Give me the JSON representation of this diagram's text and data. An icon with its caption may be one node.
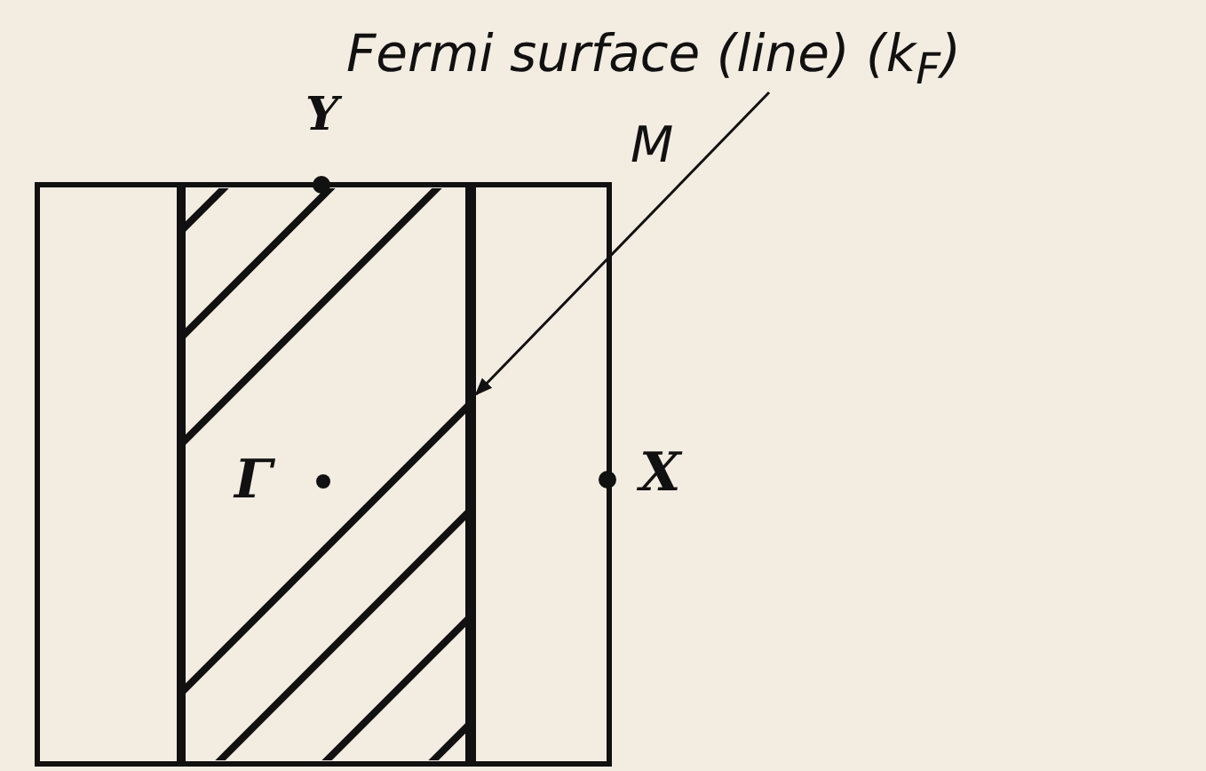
{
  "diagram": {
    "nodes": [
      {
        "text": [
          "Fermi surface (line) (*k*$_{F}$)"
        ]
      },
      {
        "text": [],
        "shape": "bar"
      }
    ],
    "edges": [
      {
        "from": 0,
        "to": 1,
        "arrow": "to"
      }
    ],
    "labels": [
      "Y",
      "M",
      "Γ",
      "X"
    ]
  }
}
